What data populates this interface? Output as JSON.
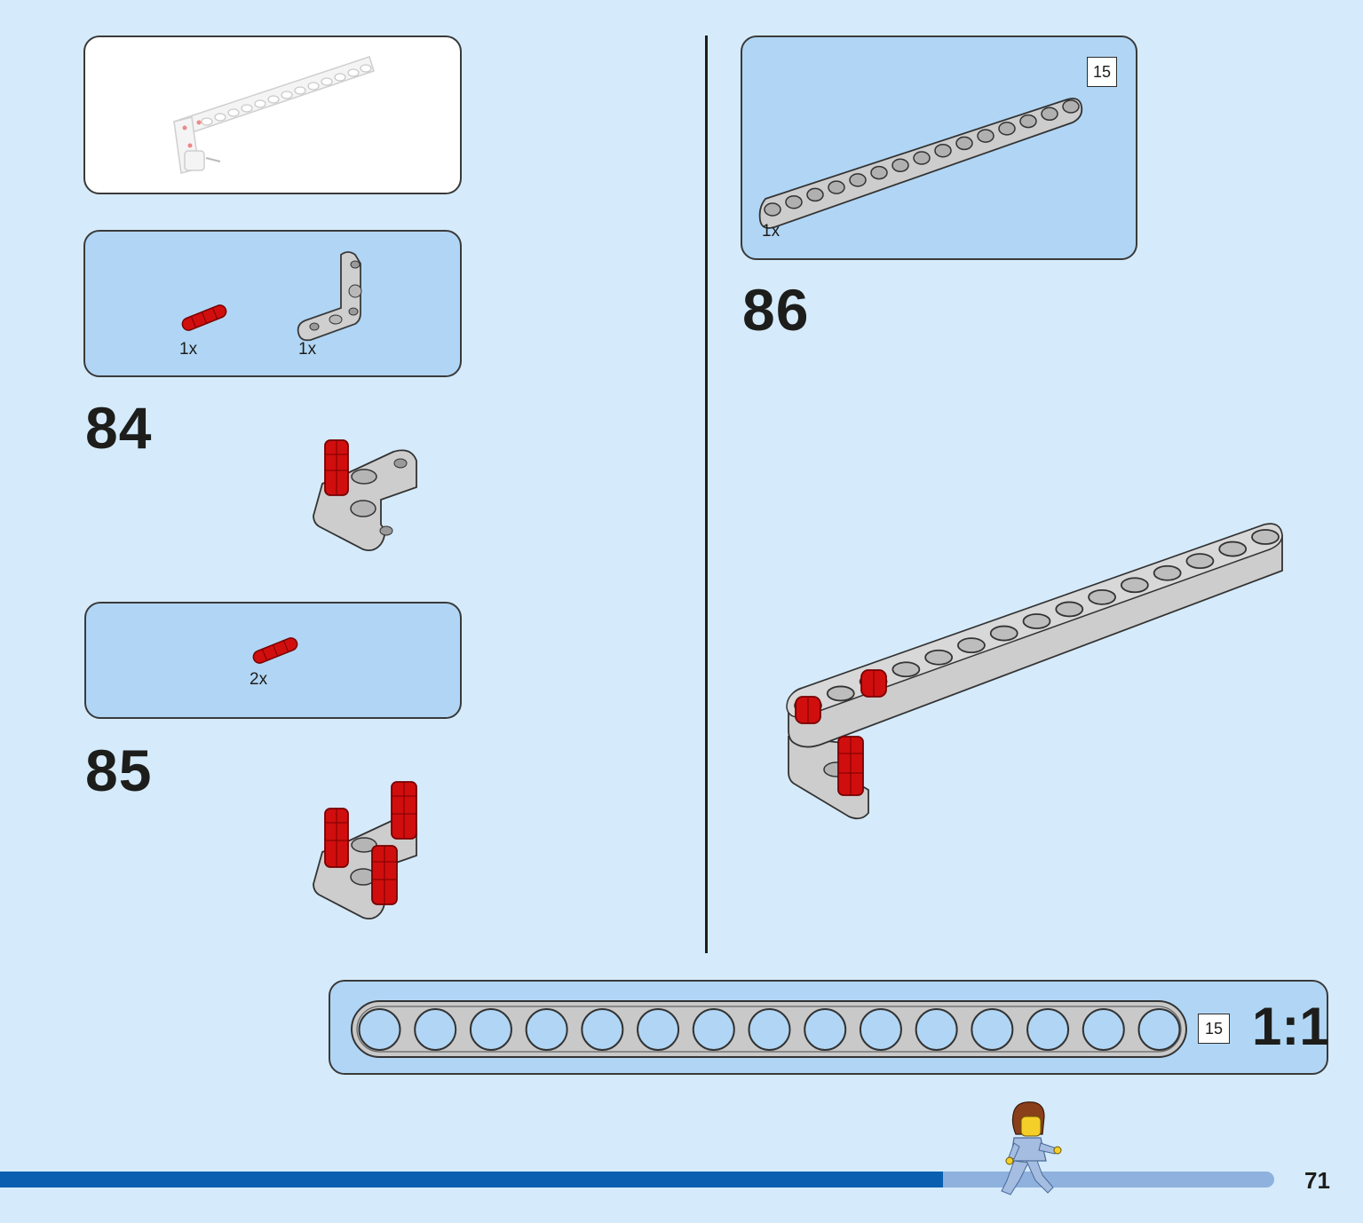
{
  "page_number": "71",
  "steps": [
    {
      "number": "84",
      "parts": [
        {
          "name": "axle-pin",
          "qty": "1x"
        },
        {
          "name": "angled-beam",
          "qty": "1x"
        }
      ]
    },
    {
      "number": "85",
      "parts": [
        {
          "name": "axle-pin",
          "qty": "2x"
        }
      ]
    },
    {
      "number": "86",
      "parts": [
        {
          "name": "beam-15",
          "qty": "1x",
          "length_label": "15"
        }
      ]
    }
  ],
  "scale_guide": {
    "length_label": "15",
    "scale": "1:1",
    "holes": 15
  },
  "colors": {
    "background": "#d5ebfb",
    "callout": "#b1d6f5",
    "part_gray": "#c9c9c9",
    "part_red": "#d10e0e",
    "progress_done": "#0a5fb0",
    "progress_remaining": "#8fb1de"
  },
  "progress": {
    "fraction": 0.74
  }
}
